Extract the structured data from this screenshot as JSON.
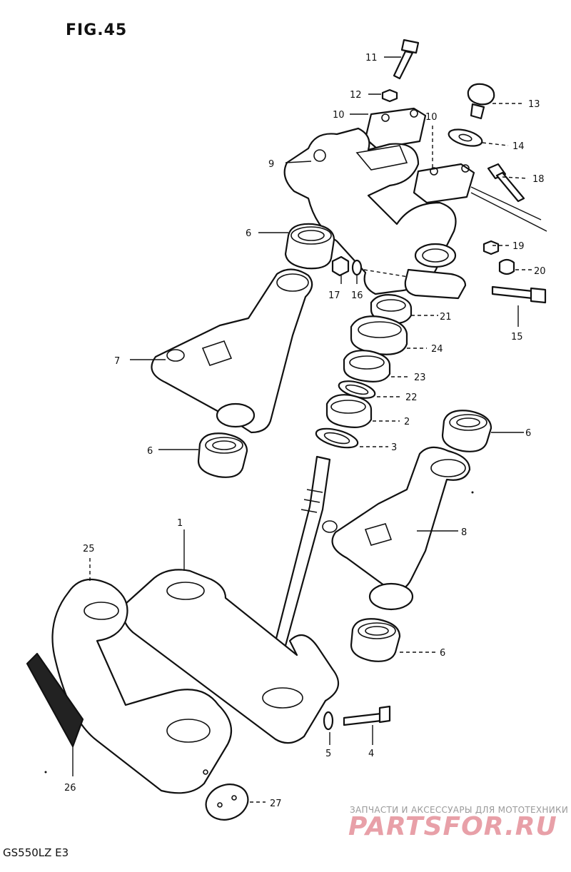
{
  "figure": {
    "title": "FIG.45",
    "model_code": "GS550LZ E3"
  },
  "watermark": {
    "subtitle": "ЗАПЧАСТИ И АКСЕССУАРЫ ДЛЯ МОТОТЕХНИКИ",
    "logo": "PARTSFOR.RU"
  },
  "callouts": {
    "c1": "1",
    "c2": "2",
    "c3": "3",
    "c4": "4",
    "c5": "5",
    "c6a": "6",
    "c6b": "6",
    "c6c": "6",
    "c6d": "6",
    "c7": "7",
    "c8": "8",
    "c9": "9",
    "c10a": "10",
    "c10b": "10",
    "c11": "11",
    "c12": "12",
    "c13": "13",
    "c14": "14",
    "c15": "15",
    "c16": "16",
    "c17": "17",
    "c18": "18",
    "c19": "19",
    "c20": "20",
    "c21": "21",
    "c22": "22",
    "c23": "23",
    "c24": "24",
    "c25": "25",
    "c26": "26",
    "c27": "27"
  }
}
